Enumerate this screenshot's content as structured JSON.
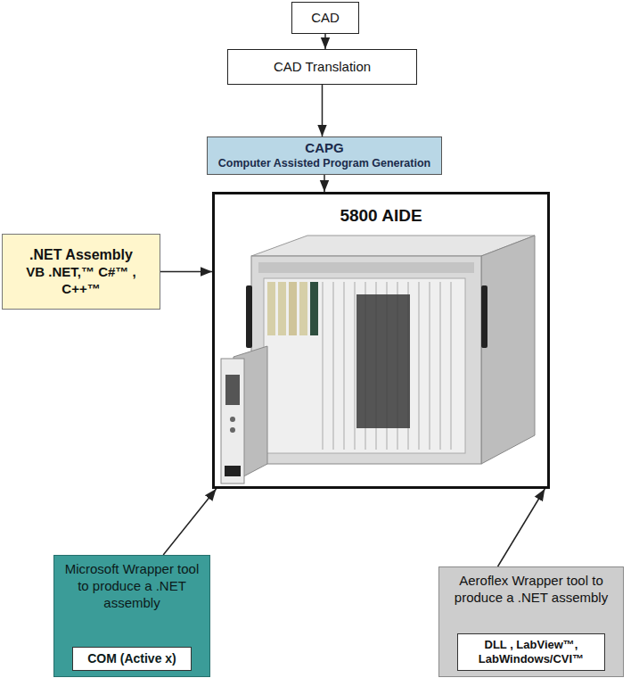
{
  "diagram": {
    "nodes": [
      {
        "text": [
          "CAD"
        ]
      },
      {
        "text": [
          "CAD Translation"
        ]
      },
      {
        "text": [
          "CAPG",
          "Computer Assisted Program Generation"
        ]
      },
      {
        "text": [
          "5800 AIDE"
        ]
      },
      {
        "text": [
          ".NET Assembly",
          "VB .NET,™ C#™ , C++™"
        ]
      },
      {
        "text": [
          "Microsoft Wrapper tool to produce a .NET assembly"
        ]
      },
      {
        "text": [
          "COM (Active x)"
        ],
        "in": 5
      },
      {
        "text": [
          "Aeroflex Wrapper tool to produce a .NET assembly"
        ]
      },
      {
        "text": [
          "DLL , LabView™, LabWindows/CVI™"
        ],
        "in": 7
      }
    ],
    "edges": [
      {
        "from": 0,
        "to": 1,
        "arrow": "to"
      },
      {
        "from": 1,
        "to": 2,
        "arrow": "to"
      },
      {
        "from": 2,
        "to": 3,
        "arrow": "to"
      },
      {
        "from": 4,
        "to": 3,
        "arrow": "to"
      },
      {
        "from": 5,
        "to": 3,
        "arrow": "to"
      },
      {
        "from": 7,
        "to": 3,
        "arrow": "to"
      }
    ]
  }
}
